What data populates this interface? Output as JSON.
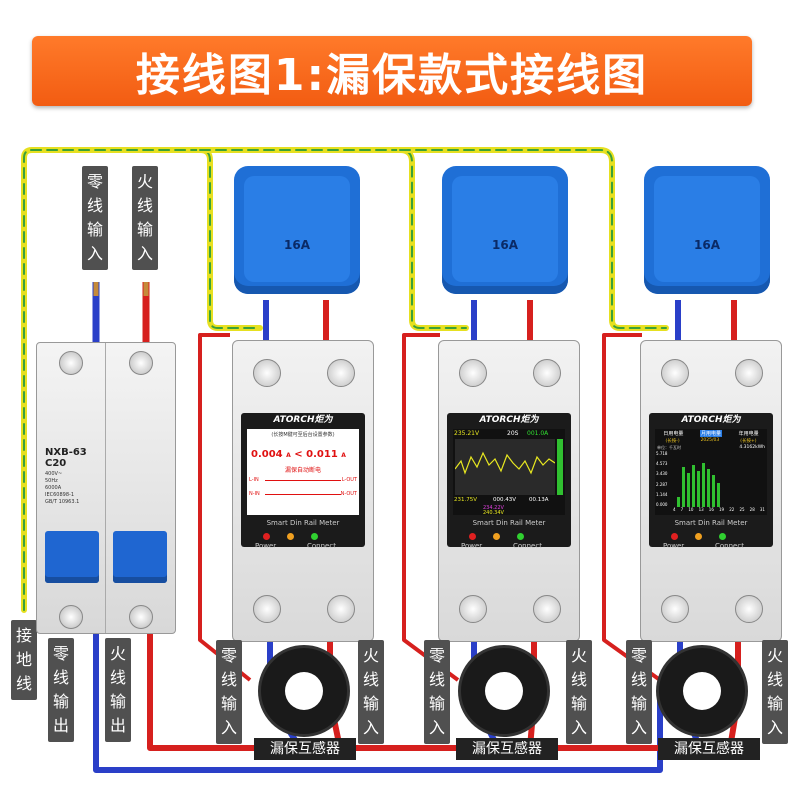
{
  "title": "接线图1:漏保款式接线图",
  "labels": {
    "neutral_in": [
      "零",
      "线",
      "输",
      "入"
    ],
    "live_in": [
      "火",
      "线",
      "输",
      "入"
    ],
    "ground": [
      "接",
      "地",
      "线"
    ],
    "neutral_out": [
      "零",
      "线",
      "输",
      "出"
    ],
    "live_out": [
      "火",
      "线",
      "输",
      "出"
    ]
  },
  "breaker": {
    "model": "NXB-63",
    "rating": "C20",
    "spec_lines": [
      "400V~",
      "50Hz",
      "6000A",
      "IEC60898-1",
      "GB/T 10963.1"
    ]
  },
  "meter": {
    "brand": "ATORCH炬为",
    "subtitle": "Smart Din Rail Meter",
    "power_label": "Power",
    "connect_label": "Connect"
  },
  "meter1": {
    "header": "(长按M键可至后台设置参数)",
    "left_value": "0.004",
    "left_unit": "A",
    "compare": "<",
    "right_value": "0.011",
    "right_unit": "A",
    "status": "漏保自动断电",
    "l_in": "L-IN",
    "l_out": "L-OUT",
    "n_in": "N-IN",
    "n_out": "N-OUT"
  },
  "meter2": {
    "voltage_top": "235.21V",
    "time": "20S",
    "current_top": "001.0A",
    "voltage_bottom": "231.75V",
    "voltage_mid": "000.43V",
    "current_bottom": "00.13A",
    "range_high": "234.22V",
    "range_low": "240.34V"
  },
  "meter3": {
    "tabs": [
      "日用电量",
      "月用电量",
      "年用电量"
    ],
    "prev": "(长按-)",
    "date": "2025/03",
    "next": "(长按+)",
    "unit_note": "单位：千瓦时",
    "total": "4.3162kWh",
    "y_ticks": [
      "5.718",
      "4.573",
      "3.430",
      "2.287",
      "1.144",
      "0.000"
    ],
    "x_ticks": [
      "4",
      "7",
      "10",
      "13",
      "16",
      "19",
      "22",
      "25",
      "28",
      "31"
    ]
  },
  "socket_rating": "16A",
  "ct_label": "漏保互感器",
  "colors": {
    "title_bg": "#f25c12",
    "neutral_wire": "#2a3fc8",
    "live_wire": "#d6201e",
    "ground_wire_yellow": "#e6e020",
    "ground_wire_green": "#3aa03a",
    "socket": "#1f6fd6"
  }
}
